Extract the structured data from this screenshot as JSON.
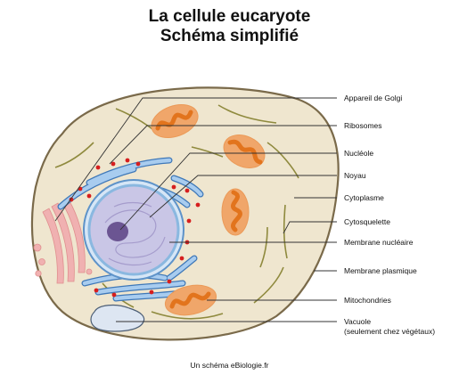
{
  "title": {
    "line1": "La cellule eucaryote",
    "line2": "Schéma simplifié"
  },
  "labels": {
    "golgi": "Appareil de Golgi",
    "ribosomes": "Ribosomes",
    "nucleole": "Nucléole",
    "noyau": "Noyau",
    "cytoplasme": "Cytoplasme",
    "cytosquelette": "Cytosquelette",
    "membrane_nucleaire": "Membrane nucléaire",
    "membrane_plasmique": "Membrane plasmique",
    "mitochondries": "Mitochondries",
    "vacuole": "Vacuole",
    "vacuole_note": "(seulement chez végétaux)"
  },
  "caption": "Un schéma eBiologie.fr",
  "colors": {
    "cytoplasm": "#efe6cf",
    "cell_membrane": "#7a6a4a",
    "cytoskeleton": "#8f8a3e",
    "nucleus": "#c9c6e6",
    "nuclear_membrane": "#8ab8e0",
    "nucleolus": "#6b5592",
    "er": "#6fa0d6",
    "ribosome": "#d61e1e",
    "mitochondria": "#f0a66a",
    "mito_crista": "#e2741d",
    "golgi": "#f0b1b1",
    "vacuole": "#dde6f2",
    "leader_line": "#333333"
  }
}
